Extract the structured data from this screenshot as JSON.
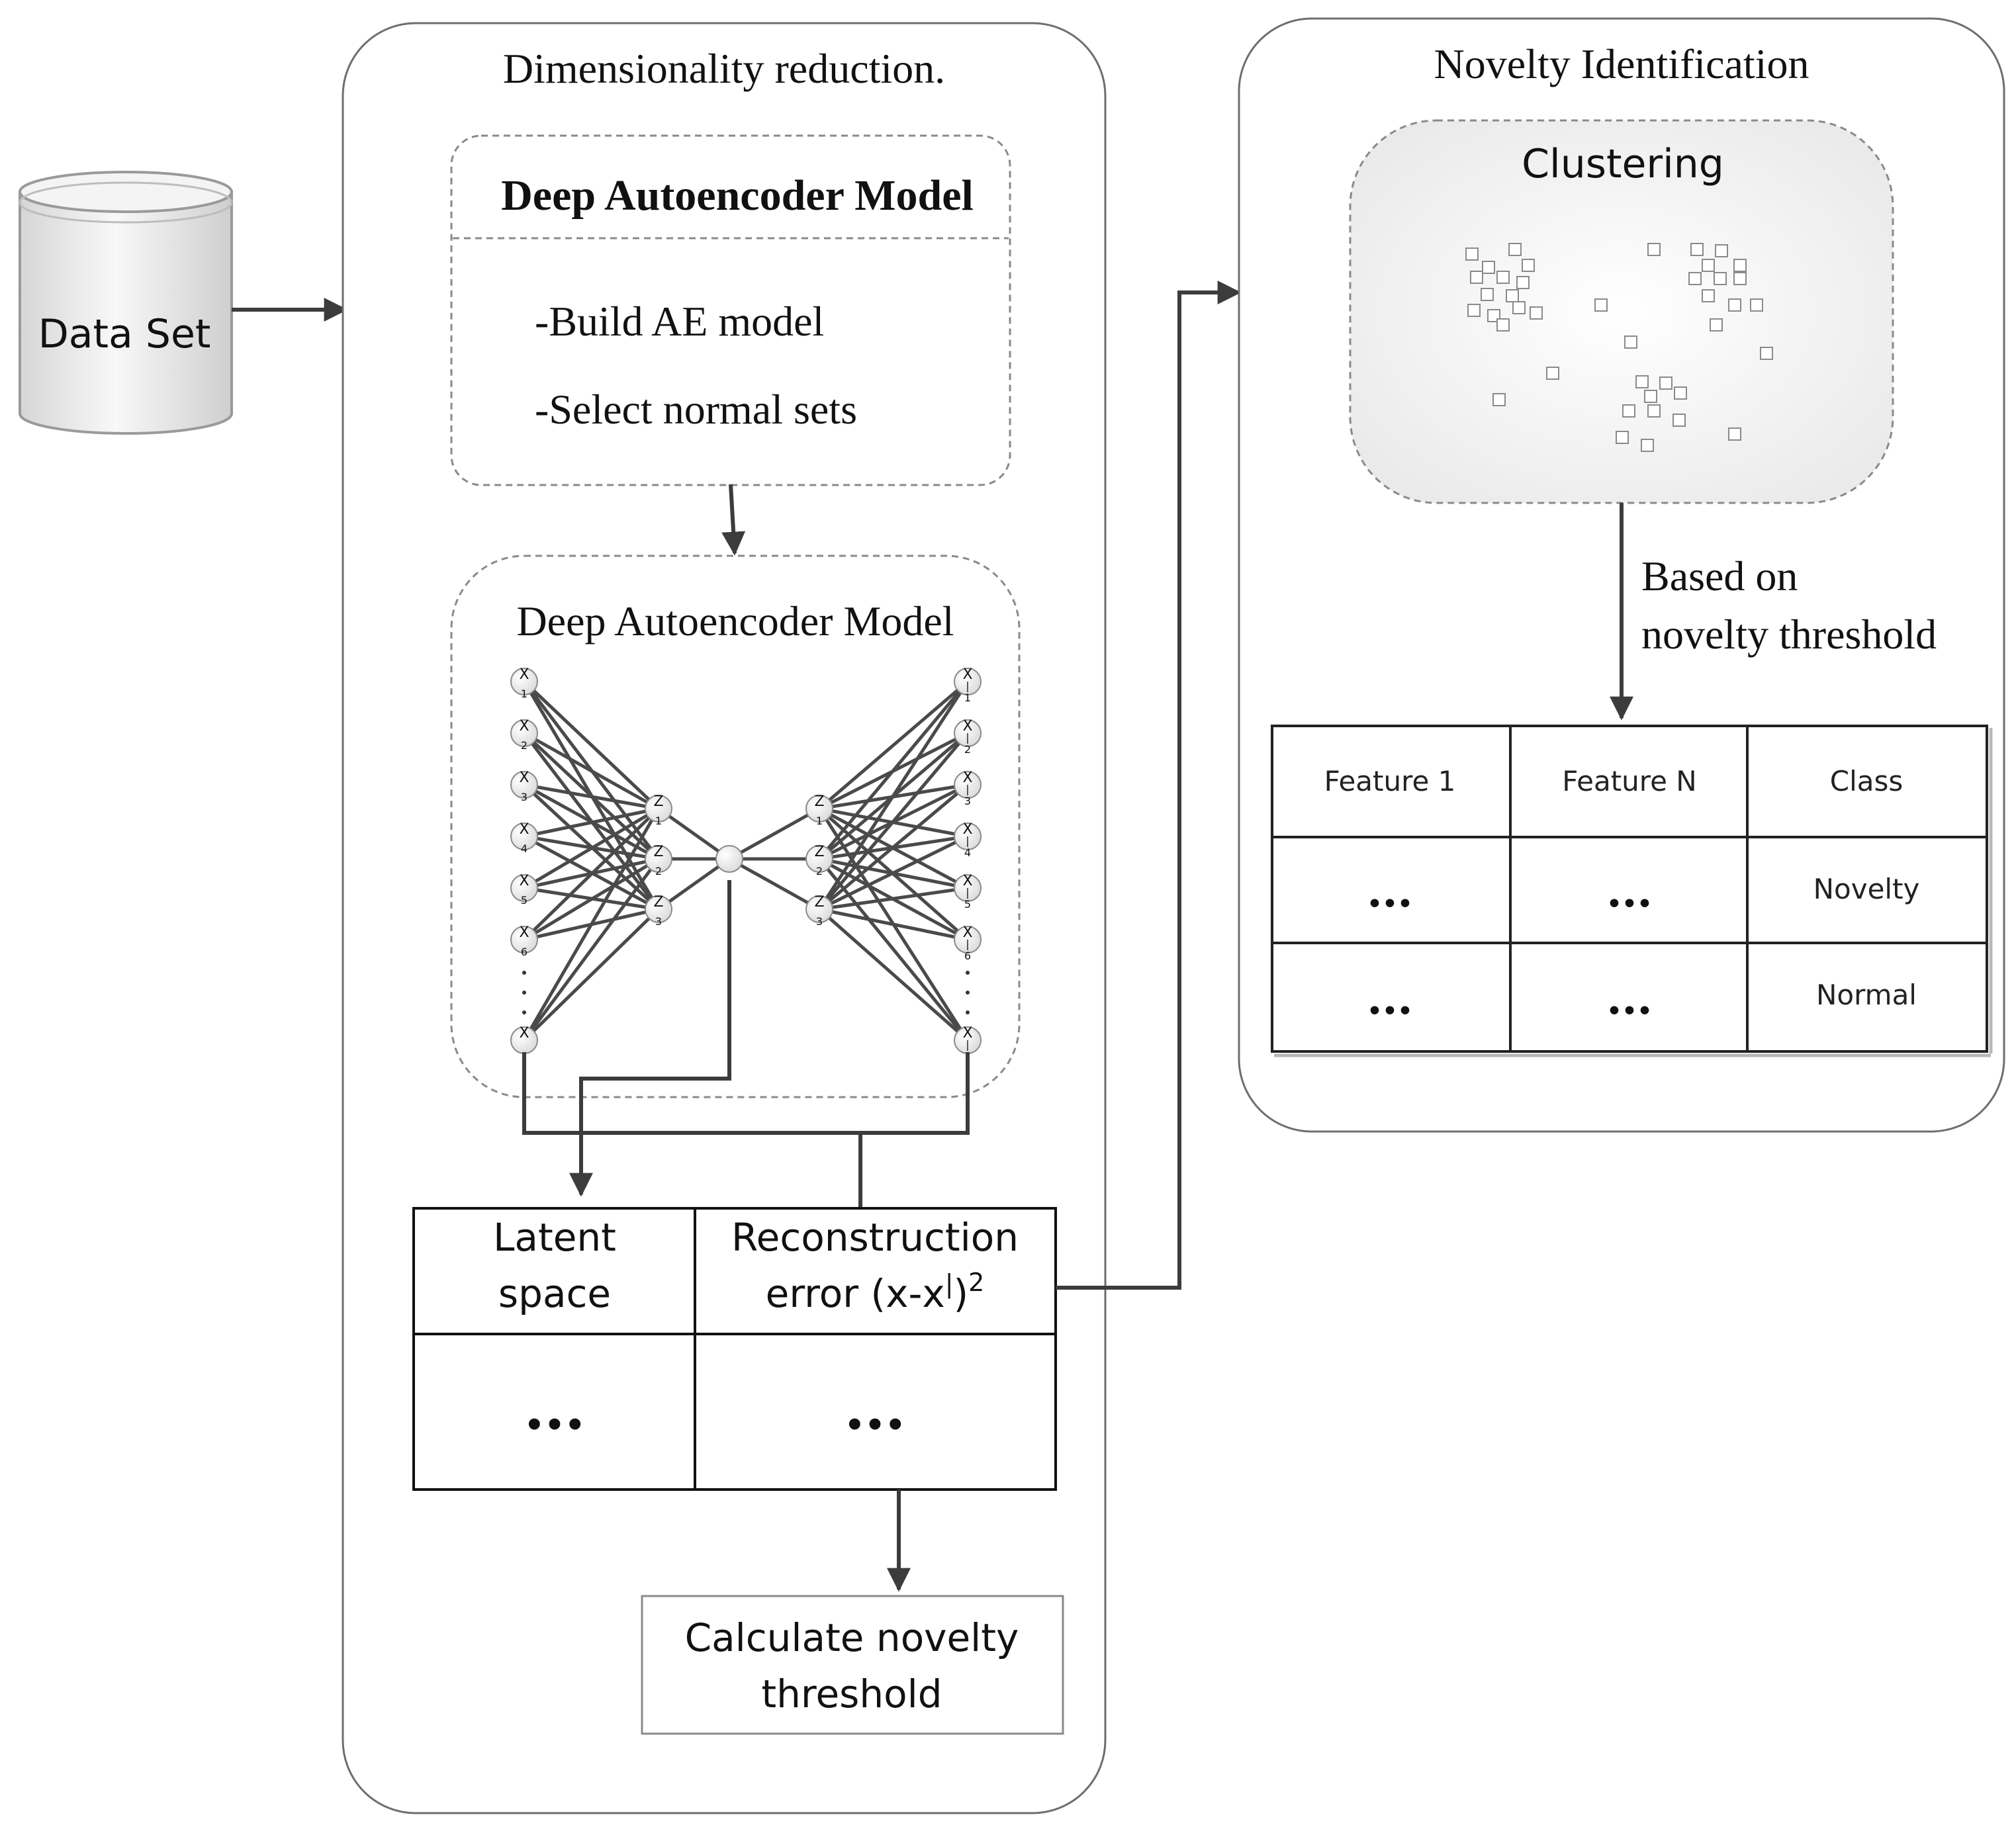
{
  "dataset": {
    "label": "Data Set"
  },
  "dimensionality": {
    "title": "Dimensionality reduction.",
    "model_box": {
      "heading": "Deep Autoencoder Model",
      "step1": "-Build AE model",
      "step2": "-Select normal sets"
    },
    "network": {
      "title": "Deep Autoencoder Model",
      "input_letter": "X",
      "input_indices": [
        "1",
        "2",
        "3",
        "4",
        "5",
        "6"
      ],
      "latent_letter": "Z",
      "latent_indices": [
        "1",
        "2",
        "3"
      ],
      "output_mark": "|"
    },
    "error_table": {
      "col1_line1": "Latent",
      "col1_line2": "space",
      "col2_line1": "Reconstruction",
      "col2_line2_prefix": "error (x-x",
      "col2_sup_mark": "|",
      "col2_line2_close": ")",
      "col2_exponent": "2",
      "row1": "•••",
      "row2": "•••"
    },
    "threshold_box": {
      "line1": "Calculate novelty",
      "line2": "threshold"
    }
  },
  "novelty": {
    "title": "Novelty Identification",
    "clustering": {
      "label": "Clustering"
    },
    "arrow_label_line1": "Based on",
    "arrow_label_line2": "novelty threshold",
    "table": {
      "headers": [
        "Feature 1",
        "Feature N",
        "Class"
      ],
      "rows": [
        [
          "•••",
          "•••",
          "Novelty"
        ],
        [
          "•••",
          "•••",
          "Normal"
        ]
      ]
    }
  },
  "colors": {
    "line": "#3c3c3c",
    "panel_border": "#6e6e6e",
    "dash": "#8a8a8a",
    "node_fill": "#eeeeee"
  }
}
